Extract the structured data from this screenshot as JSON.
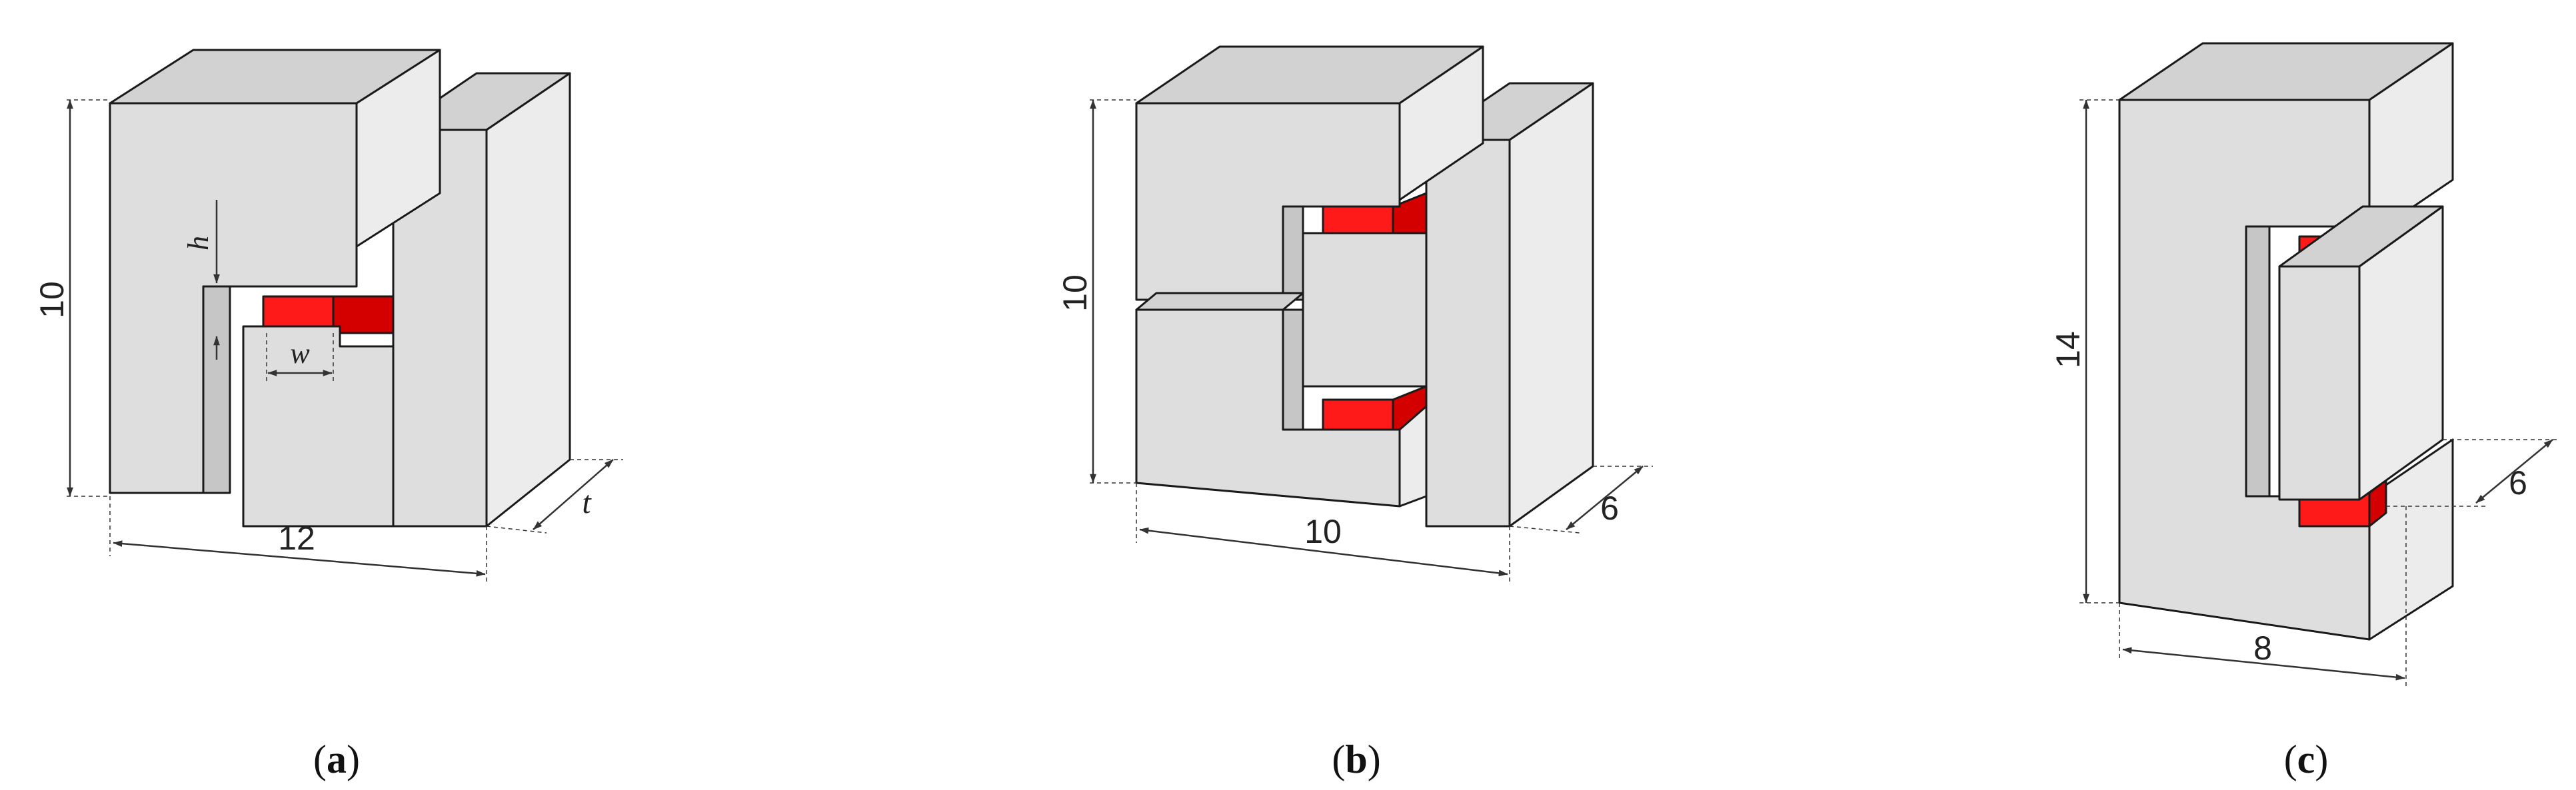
{
  "colors": {
    "front_face": "#dedede",
    "top_face": "#d2d2d2",
    "side_face": "#ececec",
    "inner_face": "#c6c6c6",
    "edge": "#1a1a1a",
    "gap_fill": "#ff1a1a",
    "gap_dark": "#d40000",
    "dimension_line": "#333333"
  },
  "panels": [
    {
      "id": "a",
      "caption": "a",
      "dims": {
        "height": "10",
        "width": "12",
        "depth": "t",
        "gap_height": "h",
        "gap_width": "w"
      }
    },
    {
      "id": "b",
      "caption": "b",
      "dims": {
        "height": "10",
        "width": "10",
        "depth": "6"
      }
    },
    {
      "id": "c",
      "caption": "c",
      "dims": {
        "height": "14",
        "width": "8",
        "depth": "6"
      }
    }
  ]
}
